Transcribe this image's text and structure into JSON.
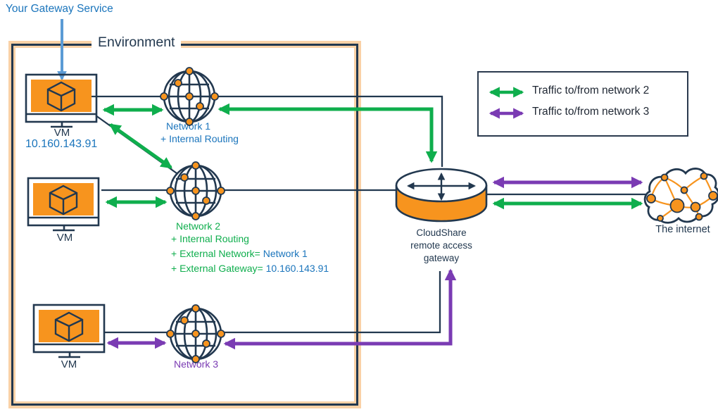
{
  "pointer": {
    "label": "Your Gateway Service"
  },
  "environment": {
    "title": "Environment"
  },
  "vms": {
    "vm1": {
      "label": "VM",
      "ip": "10.160.143.91"
    },
    "vm2": {
      "label": "VM"
    },
    "vm3": {
      "label": "VM"
    }
  },
  "networks": {
    "network1": {
      "name": "Network 1",
      "line2": "+ Internal Routing"
    },
    "network2": {
      "name": "Network 2",
      "line2": "+ Internal Routing",
      "line3_prefix": "+ External Network= ",
      "line3_value": "Network 1",
      "line4_prefix": "+ External Gateway= ",
      "line4_value": "10.160.143.91"
    },
    "network3": {
      "name": "Network 3"
    }
  },
  "gateway": {
    "line1": "CloudShare",
    "line2": "remote access",
    "line3": "gateway"
  },
  "internet": {
    "label": "The internet"
  },
  "legend": {
    "items": [
      {
        "color": "#0FAE4D",
        "label": "Traffic to/from network 2"
      },
      {
        "color": "#7A3BB3",
        "label": "Traffic to/from network 3"
      }
    ]
  },
  "icons": {
    "vm": "vm-monitor-icon",
    "network": "network-globe-icon",
    "gateway": "router-cylinder-icon",
    "internet": "cloud-icon"
  },
  "colors": {
    "accent_orange": "#F7941E",
    "line_navy": "#22384F",
    "traffic_green": "#0FAE4D",
    "traffic_purple": "#7A3BB3",
    "label_blue": "#1B75BC",
    "pointer_blue": "#5B9BD5",
    "environment_glow": "#FAD1A6"
  }
}
